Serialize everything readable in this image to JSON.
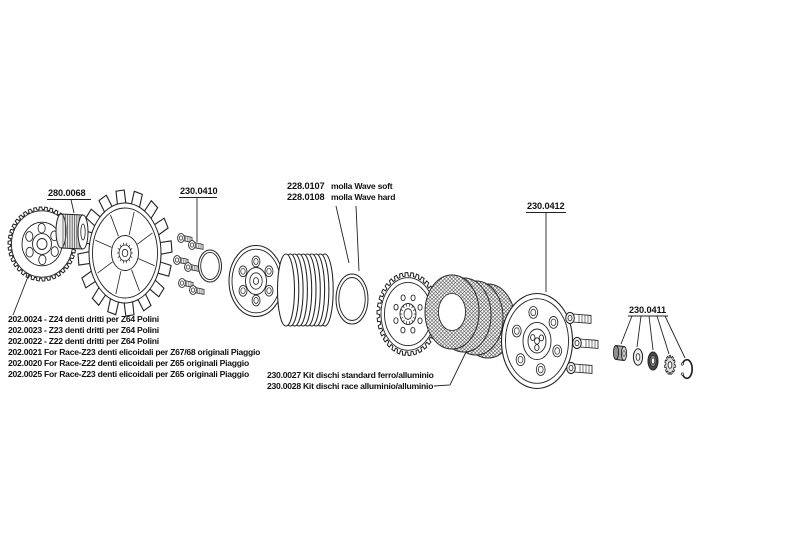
{
  "meta": {
    "ink": "#1a1a1a",
    "background": "#ffffff"
  },
  "labels": {
    "bushing_code": "280.0068",
    "bell_group_code": "230.0410",
    "spring_soft_code": "228.0107",
    "spring_soft_desc": "molla Wave soft",
    "spring_hard_code": "228.0108",
    "spring_hard_desc": "molla Wave hard",
    "pressure_plate_code": "230.0412",
    "end_kit_code": "230.0411"
  },
  "gear_options": [
    "202.0024 - Z24 denti dritti per Z64 Polini",
    "202.0023 - Z23 denti dritti per Z64 Polini",
    "202.0022 - Z22 denti dritti per Z64 Polini",
    "202.0021 For Race-Z23 denti elicoidali per Z67/68 originali Piaggio",
    "202.0020 For Race-Z22 denti elicoidali per Z65 originali Piaggio",
    "202.0025 For Race-Z23 denti elicoidali per Z65 originali Piaggio"
  ],
  "disc_kits": [
    "230.0027 Kit dischi standard ferro/alluminio",
    "230.0028 Kit dischi race alluminio/alluminio"
  ]
}
